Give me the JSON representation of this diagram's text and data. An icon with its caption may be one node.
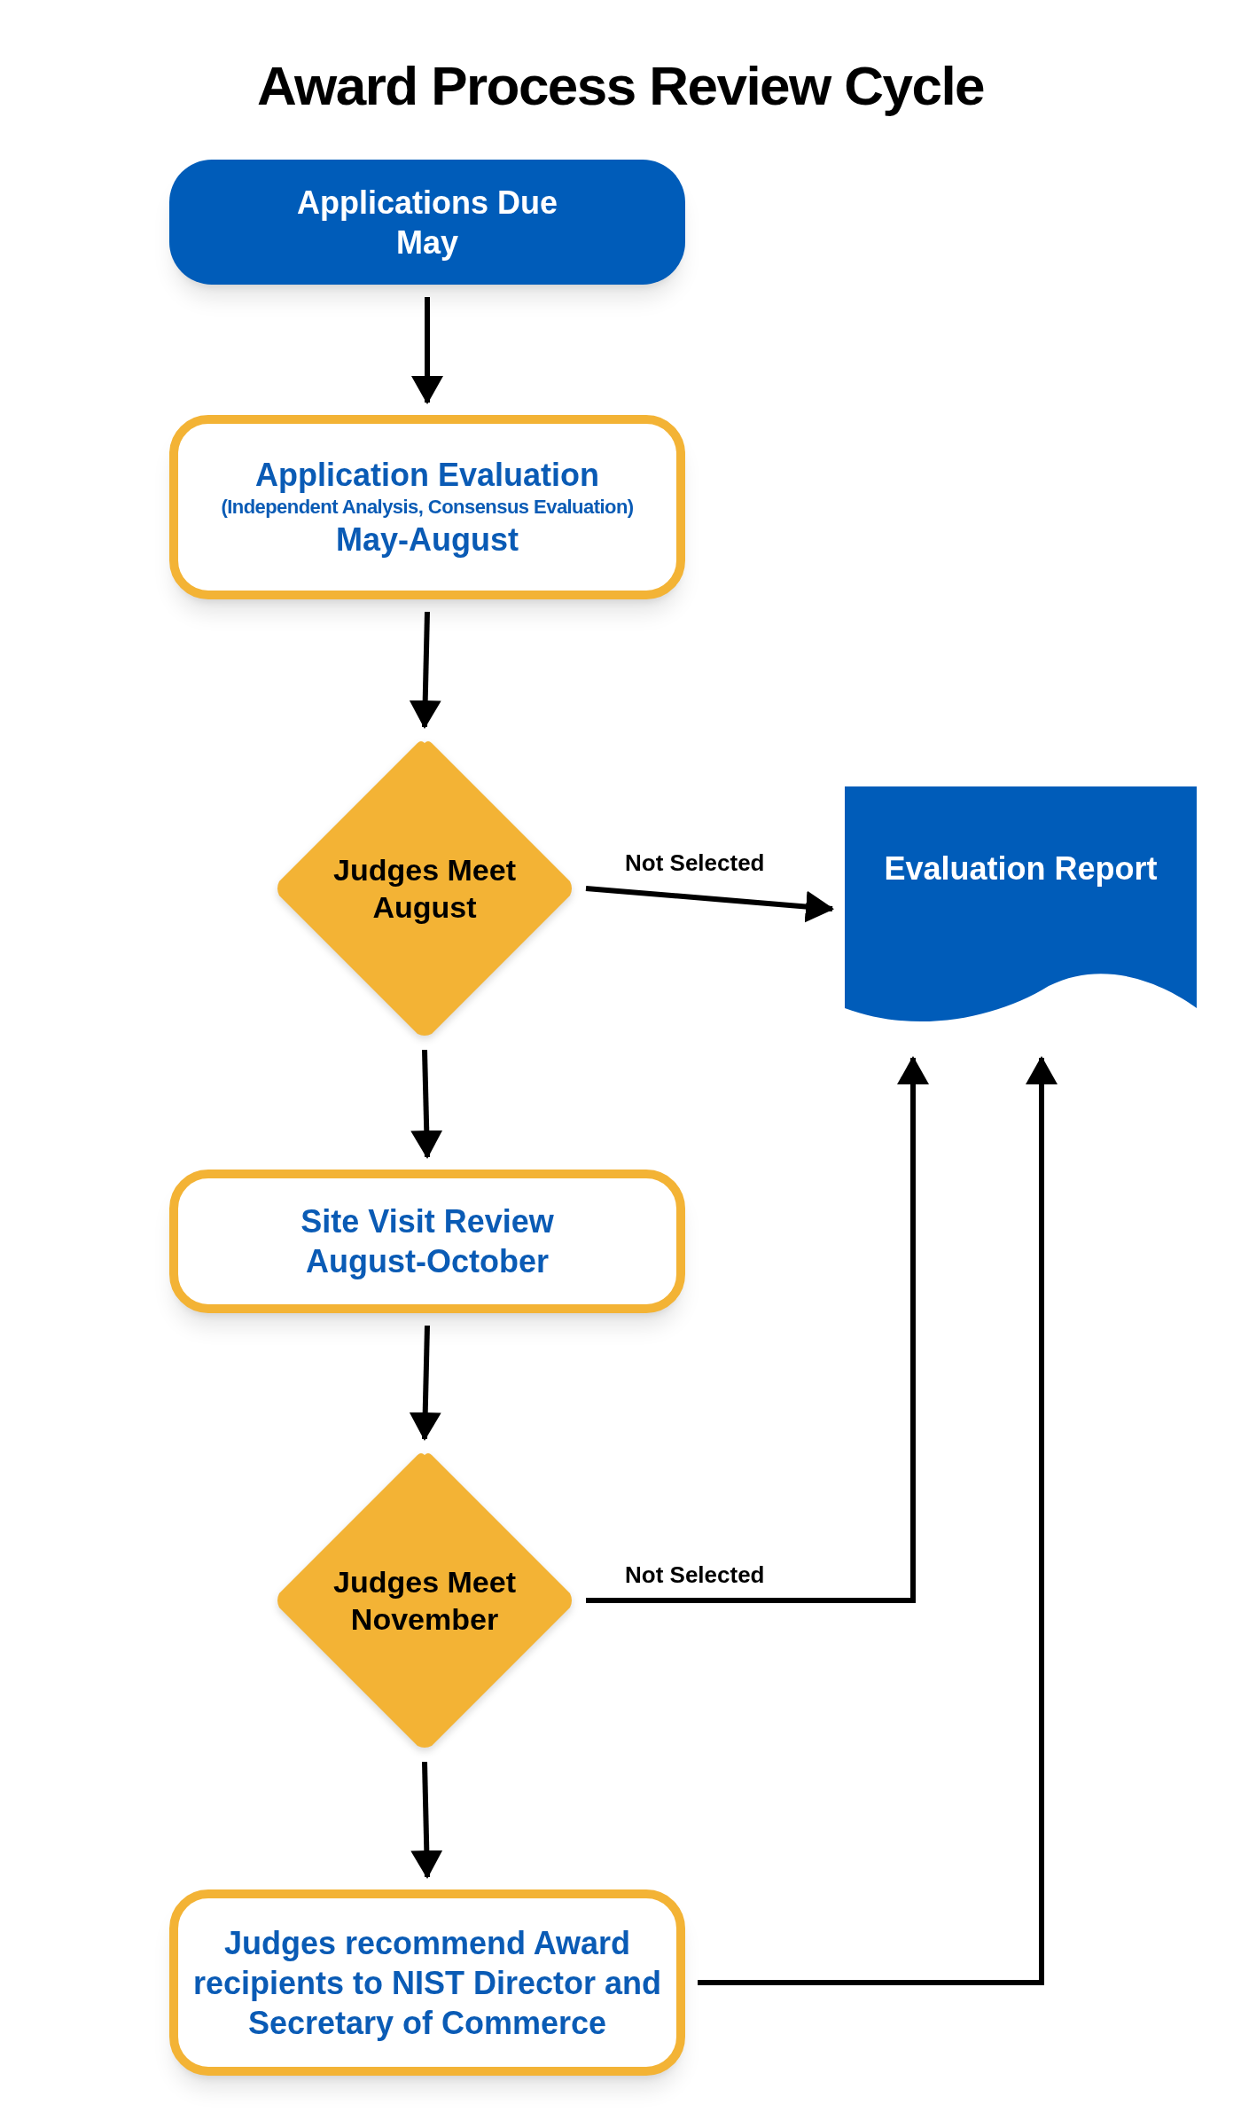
{
  "diagram": {
    "title": "Award Process Review Cycle",
    "nodes": [
      {
        "text": [
          "Applications Due",
          "May"
        ]
      },
      {
        "text": [
          "Application Evaluation",
          "(Independent Analysis, Consensus Evaluation)",
          "May-August"
        ]
      },
      {
        "text": [
          "Judges Meet",
          "August"
        ]
      },
      {
        "text": [
          "Evaluation Report"
        ]
      },
      {
        "text": [
          "Site Visit Review",
          "August-October"
        ]
      },
      {
        "text": [
          "Judges Meet",
          "November"
        ]
      },
      {
        "text": [
          "Judges recommend Award recipients to NIST Director and Secretary of Commerce"
        ]
      }
    ],
    "edges": [
      {
        "from": 0,
        "to": 1,
        "arrow": "to"
      },
      {
        "from": 1,
        "to": 2,
        "arrow": "to"
      },
      {
        "from": 2,
        "to": 3,
        "arrow": "to",
        "label": "Not Selected"
      },
      {
        "from": 2,
        "to": 4,
        "arrow": "to"
      },
      {
        "from": 4,
        "to": 5,
        "arrow": "to"
      },
      {
        "from": 5,
        "to": 3,
        "arrow": "to",
        "label": "Not Selected"
      },
      {
        "from": 5,
        "to": 6,
        "arrow": "to"
      },
      {
        "from": 6,
        "to": 3,
        "arrow": "to"
      }
    ]
  }
}
